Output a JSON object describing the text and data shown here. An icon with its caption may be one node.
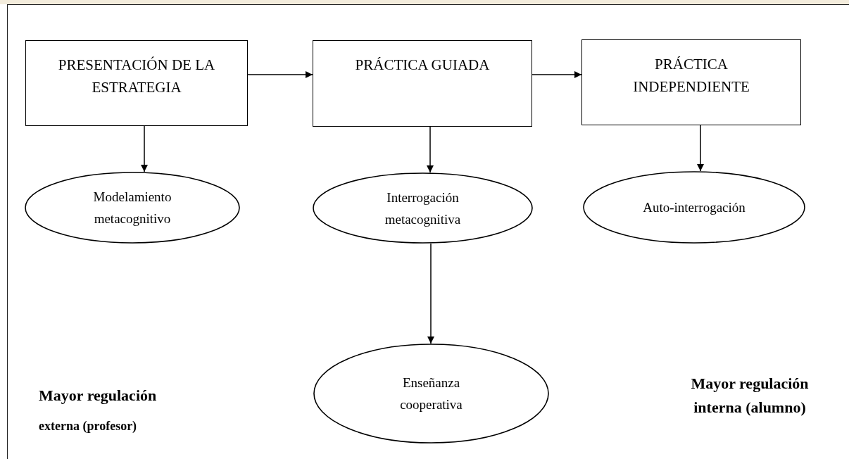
{
  "diagram": {
    "nodes": [
      {
        "text": [
          "PRESENTACIÓN DE LA ESTRATEGIA"
        ]
      },
      {
        "text": [
          "PRÁCTICA GUIADA"
        ]
      },
      {
        "text": [
          "PRÁCTICA INDEPENDIENTE"
        ]
      },
      {
        "text": [
          "Modelamiento metacognitivo"
        ]
      },
      {
        "text": [
          "Interrogación metacognitiva"
        ]
      },
      {
        "text": [
          "Auto-interrogación"
        ]
      },
      {
        "text": [
          "Enseñanza cooperativa"
        ]
      }
    ],
    "edges": [
      {
        "from": 0,
        "to": 1,
        "arrow": "to"
      },
      {
        "from": 1,
        "to": 2,
        "arrow": "to"
      },
      {
        "from": 0,
        "to": 3,
        "arrow": "to"
      },
      {
        "from": 1,
        "to": 4,
        "arrow": "to"
      },
      {
        "from": 2,
        "to": 5,
        "arrow": "to"
      },
      {
        "from": 4,
        "to": 6,
        "arrow": "to"
      }
    ],
    "labels": [
      "Mayor regulación",
      "externa (profesor)",
      "Mayor regulación interna (alumno)"
    ]
  }
}
